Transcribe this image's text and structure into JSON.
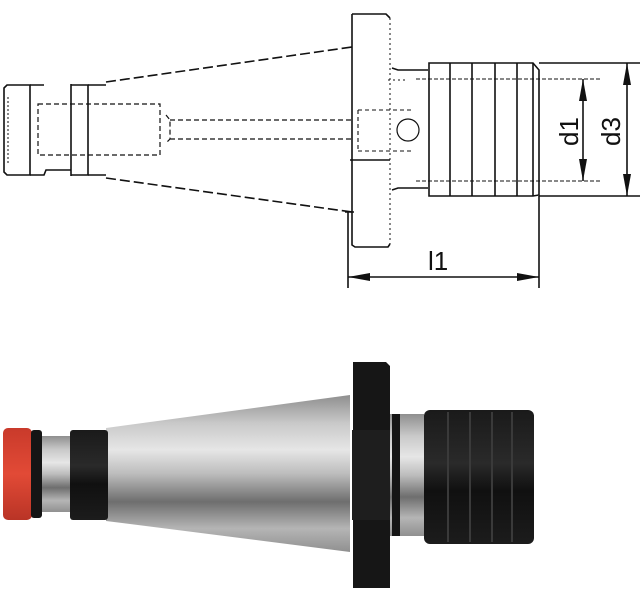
{
  "figure": {
    "type": "technical-drawing-and-product-photo",
    "subject": "tool holder with tapping chuck"
  },
  "drawing": {
    "labels": {
      "d1": "d1",
      "d3": "d3",
      "l1": "l1"
    },
    "line_color": "#111111"
  },
  "photo": {
    "colors": {
      "cap_red": "#d9402e",
      "steel": "#b8b8b8",
      "black_parts": "#141414"
    }
  }
}
